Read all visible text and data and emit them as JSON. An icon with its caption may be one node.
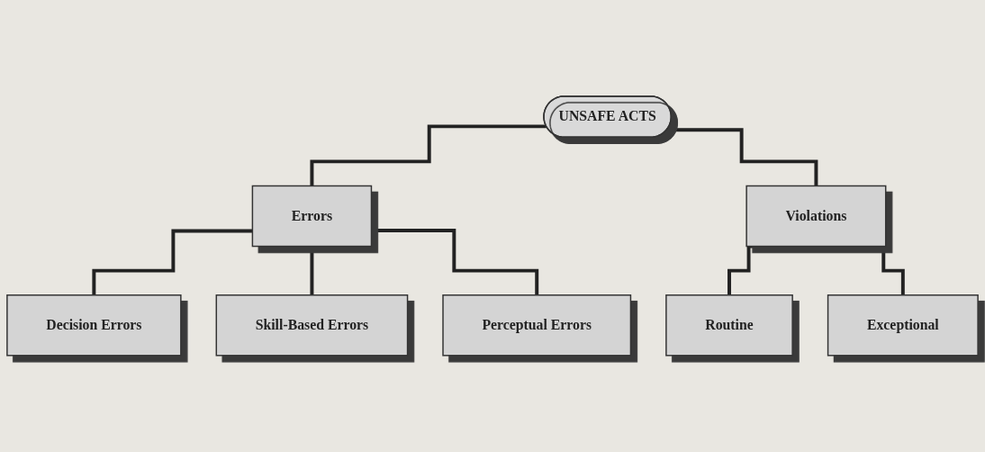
{
  "diagram": {
    "nodes": [
      {
        "text": [
          "UNSAFE ACTS"
        ]
      },
      {
        "text": [
          "Errors"
        ]
      },
      {
        "text": [
          "Violations"
        ]
      },
      {
        "text": [
          "Decision Errors"
        ]
      },
      {
        "text": [
          "Skill-Based Errors"
        ]
      },
      {
        "text": [
          "Perceptual Errors"
        ]
      },
      {
        "text": [
          "Routine"
        ]
      },
      {
        "text": [
          "Exceptional"
        ]
      }
    ],
    "edges": [
      {
        "from": 0,
        "to": 1,
        "arrow": "none"
      },
      {
        "from": 0,
        "to": 2,
        "arrow": "none"
      },
      {
        "from": 1,
        "to": 3,
        "arrow": "none"
      },
      {
        "from": 1,
        "to": 4,
        "arrow": "none"
      },
      {
        "from": 1,
        "to": 5,
        "arrow": "none"
      },
      {
        "from": 2,
        "to": 6,
        "arrow": "none"
      },
      {
        "from": 2,
        "to": 7,
        "arrow": "none"
      }
    ]
  }
}
